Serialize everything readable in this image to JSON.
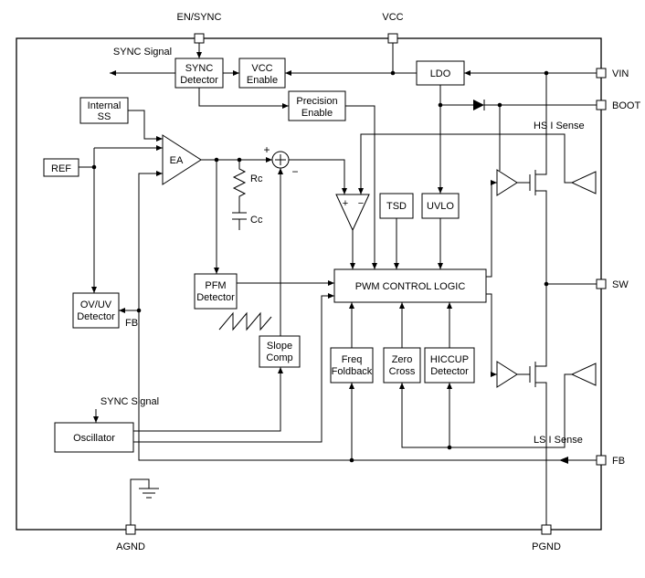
{
  "pins": {
    "en_sync": "EN/SYNC",
    "vcc": "VCC",
    "vin": "VIN",
    "boot": "BOOT",
    "sw": "SW",
    "fb": "FB",
    "agnd": "AGND",
    "pgnd": "PGND"
  },
  "blocks": {
    "sync_detector": [
      "SYNC",
      "Detector"
    ],
    "vcc_enable": [
      "VCC",
      "Enable"
    ],
    "ldo": [
      "LDO"
    ],
    "precision_enable": [
      "Precision",
      "Enable"
    ],
    "internal_ss": [
      "Internal",
      "SS"
    ],
    "ref": [
      "REF"
    ],
    "pfm_detector": [
      "PFM",
      "Detector"
    ],
    "ov_uv_detector": [
      "OV/UV",
      "Detector"
    ],
    "slope_comp": [
      "Slope",
      "Comp"
    ],
    "pwm_control_logic": [
      "PWM CONTROL LOGIC"
    ],
    "tsd": [
      "TSD"
    ],
    "uvlo": [
      "UVLO"
    ],
    "freq_foldback": [
      "Freq",
      "Foldback"
    ],
    "zero_cross": [
      "Zero",
      "Cross"
    ],
    "hiccup_detector": [
      "HICCUP",
      "Detector"
    ],
    "oscillator": [
      "Oscillator"
    ]
  },
  "labels": {
    "sync_signal_top": "SYNC Signal",
    "sync_signal_bottom": "SYNC Signal",
    "hs_i_sense": "HS I Sense",
    "ls_i_sense": "LS I Sense",
    "fb_node": "FB",
    "ea": "EA",
    "rc": "Rc",
    "cc": "Cc",
    "sum_plus": "+",
    "sum_minus": "−",
    "comp_plus": "+",
    "comp_minus": "−"
  },
  "colors": {
    "line": "#000000",
    "background": "#ffffff"
  }
}
